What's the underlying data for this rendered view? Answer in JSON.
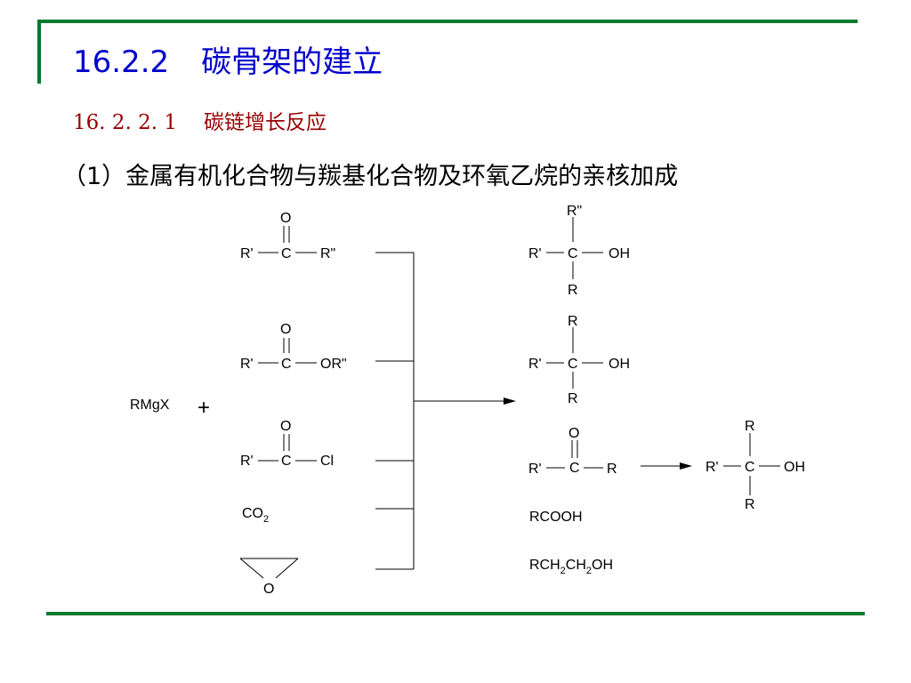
{
  "slide": {
    "section_number": "16.2.2",
    "section_title": "碳骨架的建立",
    "subsection_number": "16. 2. 2. 1",
    "subsection_title": "碳链增长反应",
    "heading": "（1）金属有机化合物与羰基化合物及环氧乙烷的亲核加成",
    "colors": {
      "title": "#0000cc",
      "subtitle": "#990000",
      "accent_bar": "#007a2e"
    }
  },
  "scheme": {
    "reagent": "RMgX",
    "plus": "+",
    "ketone": {
      "o": "O",
      "c": "C",
      "left": "R'",
      "right": "R\""
    },
    "ester": {
      "o": "O",
      "c": "C",
      "left": "R'",
      "right": "OR\""
    },
    "acid_chloride": {
      "o": "O",
      "c": "C",
      "left": "R'",
      "right": "Cl"
    },
    "co2": {
      "main": "CO",
      "sub": "2"
    },
    "epoxide": {
      "o": "O"
    },
    "prod_tertiary_mixed": {
      "top": "R\"",
      "c": "C",
      "left": "R'",
      "right": "OH",
      "bottom": "R"
    },
    "prod_tertiary_same": {
      "top": "R",
      "c": "C",
      "left": "R'",
      "right": "OH",
      "bottom": "R"
    },
    "prod_ketone": {
      "o": "O",
      "c": "C",
      "left": "R'",
      "right": "R"
    },
    "prod_ketone_alcohol": {
      "top": "R",
      "c": "C",
      "left": "R'",
      "right": "OH",
      "bottom": "R"
    },
    "prod_acid": "RCOOH",
    "prod_alcohol": {
      "p1": "RCH",
      "s1": "2",
      "p2": "CH",
      "s2": "2",
      "p3": "OH"
    }
  }
}
